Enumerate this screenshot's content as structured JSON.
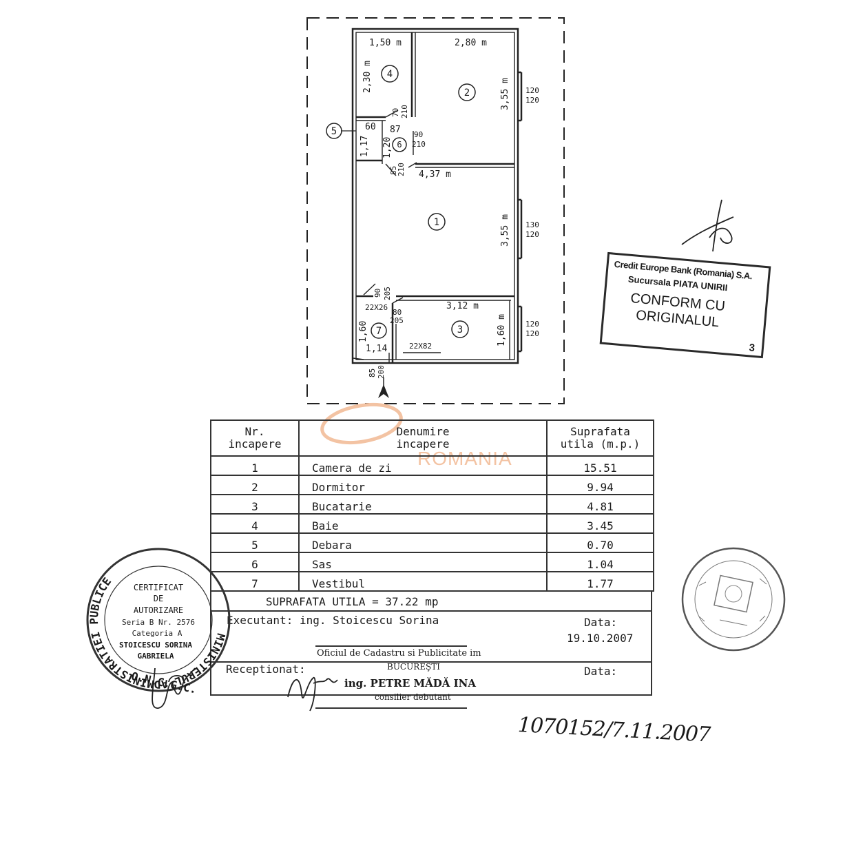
{
  "plan": {
    "dims": {
      "baie_width": "1,50 m",
      "baie_height": "2,30 m",
      "dormitor_width": "2,80 m",
      "dormitor_height": "3,55 m",
      "window_dormitor_top": "120",
      "window_dormitor_bottom": "120",
      "door_baie_top": "70",
      "door_baie_bottom": "210",
      "debara_width": "60",
      "debara_height": "1,17",
      "sas_width": "87",
      "sas_height": "1,20",
      "door_dormitor_top": "90",
      "door_dormitor_bottom": "210",
      "door_camera_top": "85",
      "door_camera_bottom": "210",
      "camera_width": "4,37 m",
      "camera_height": "3,55 m",
      "window_camera_top": "130",
      "window_camera_bottom": "120",
      "door_vest_top": "90",
      "door_vest_bottom": "205",
      "vest_niche": "22X26",
      "door_buc_top": "80",
      "door_buc_bottom": "205",
      "bucatarie_width": "3,12 m",
      "bucatarie_height": "1,60 m",
      "window_buc_top": "120",
      "window_buc_bottom": "120",
      "vestibul_height": "1,60",
      "vestibul_width": "1,14",
      "buc_niche": "22X82",
      "entry_top": "85",
      "entry_bottom": "200"
    },
    "room_numbers": [
      "1",
      "2",
      "3",
      "4",
      "5",
      "6",
      "7"
    ]
  },
  "table": {
    "headers": {
      "nr": [
        "Nr.",
        "incapere"
      ],
      "name": [
        "Denumire",
        "incapere"
      ],
      "area": [
        "Suprafata",
        "utila (m.p.)"
      ]
    },
    "rows": [
      {
        "nr": "1",
        "name": "Camera de zi",
        "area": "15.51"
      },
      {
        "nr": "2",
        "name": "Dormitor",
        "area": "9.94"
      },
      {
        "nr": "3",
        "name": "Bucatarie",
        "area": "4.81"
      },
      {
        "nr": "4",
        "name": "Baie",
        "area": "3.45"
      },
      {
        "nr": "5",
        "name": "Debara",
        "area": "0.70"
      },
      {
        "nr": "6",
        "name": "Sas",
        "area": "1.04"
      },
      {
        "nr": "7",
        "name": "Vestibul",
        "area": "1.77"
      }
    ],
    "total": "SUPRAFATA UTILA = 37.22 mp"
  },
  "footer": {
    "executant": "Executant: ing. Stoicescu Sorina",
    "data_label": "Data:",
    "data_value": "19.10.2007",
    "receptionat": "Receptionat:",
    "data_label_2": "Data:",
    "oficiu_line1": "Oficiul de Cadastru si Publicitate im",
    "oficiu_line2": "BUCUREŞTI",
    "oficiu_line3": "ing. PETRE MĂDĂ INA",
    "oficiu_line4": "consilier debutant"
  },
  "stamps": {
    "bank_line1": "Credit Europe Bank (Romania) S.A.",
    "bank_line2": "Sucursala PIATA UNIRII",
    "bank_line3": "CONFORM CU",
    "bank_line4": "ORIGINALUL",
    "bank_number": "3",
    "ministry_ring": "MINISTERUL ADMINISTRATIEI PUBLICE",
    "ministry_bottom": "O.N.C.G.C.",
    "ministry_line1": "CERTIFICAT",
    "ministry_line2": "DE",
    "ministry_line3": "AUTORIZARE",
    "ministry_line4": "Seria B Nr. 2576",
    "ministry_line5": "Categoria A",
    "ministry_line6": "STOICESCU SORINA",
    "ministry_line7": "GABRIELA",
    "watermark": "ROMANIA"
  },
  "handwritten": {
    "registration": "1070152/7.11.2007"
  },
  "colors": {
    "ink": "#1a1a1a",
    "watermark": "#f3c3a3",
    "stamp": "#3a3a3a"
  }
}
